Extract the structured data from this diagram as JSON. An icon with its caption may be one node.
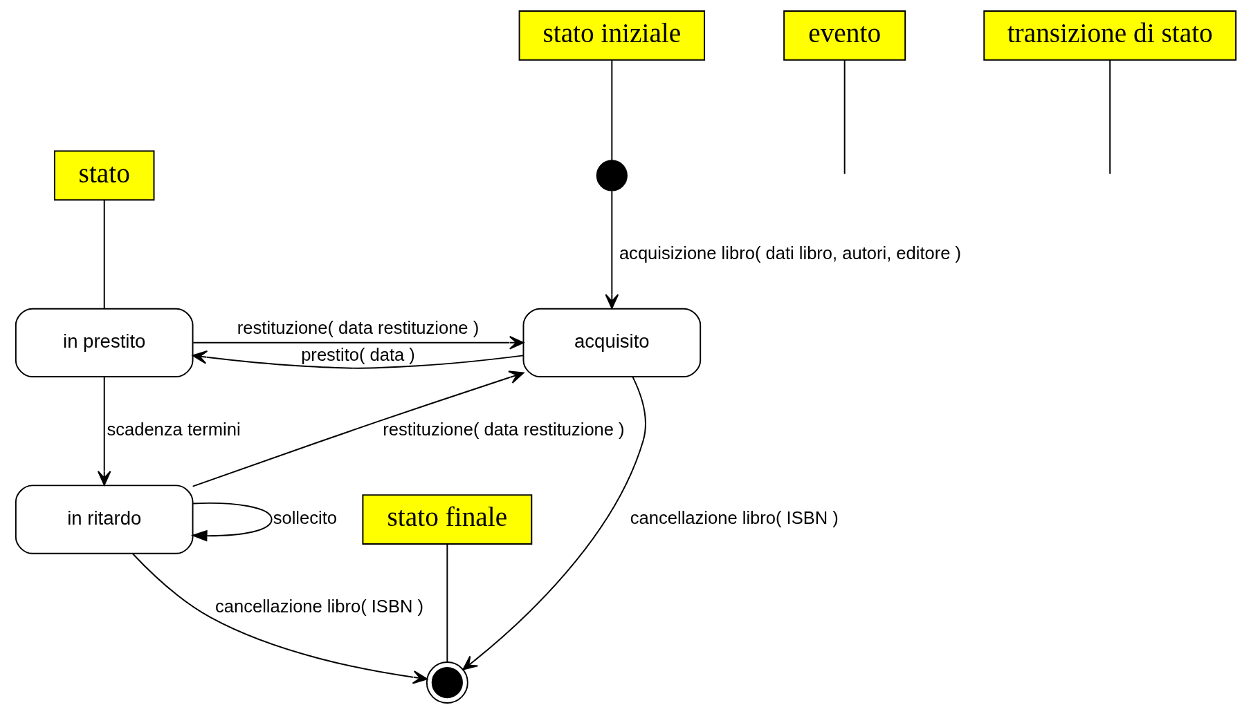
{
  "diagram": {
    "nodes": [
      {
        "text": [],
        "shape": "circle"
      },
      {
        "text": [
          "acquisito"
        ]
      },
      {
        "text": [
          "in prestito"
        ]
      },
      {
        "text": [
          "in ritardo"
        ]
      },
      {
        "text": [],
        "shape": "bullseye"
      },
      {
        "text": [
          "stato iniziale"
        ]
      },
      {
        "text": [
          "evento"
        ]
      },
      {
        "text": [
          "transizione di stato"
        ]
      },
      {
        "text": [
          "stato"
        ]
      },
      {
        "text": [
          "stato finale"
        ]
      }
    ],
    "edges": [
      {
        "from": 0,
        "to": 1,
        "arrow": "to",
        "label": "acquisizione libro( dati libro, autori, editore )"
      },
      {
        "from": 1,
        "to": 2,
        "arrow": "to",
        "label": "prestito( data )"
      },
      {
        "from": 2,
        "to": 1,
        "arrow": "to",
        "label": "restituzione( data restituzione )"
      },
      {
        "from": 2,
        "to": 3,
        "arrow": "to",
        "label": "scadenza termini"
      },
      {
        "from": 3,
        "to": 3,
        "arrow": "to",
        "label": "sollecito"
      },
      {
        "from": 3,
        "to": 1,
        "arrow": "to",
        "label": "restituzione( data restituzione )"
      },
      {
        "from": 1,
        "to": 4,
        "arrow": "to",
        "label": "cancellazione libro( ISBN )"
      },
      {
        "from": 3,
        "to": 4,
        "arrow": "to",
        "label": "cancellazione libro( ISBN )"
      },
      {
        "from": 5,
        "to": 0,
        "arrow": "none"
      },
      {
        "from": 6,
        "to": null,
        "arrow": "none"
      },
      {
        "from": 7,
        "to": null,
        "arrow": "none"
      },
      {
        "from": 8,
        "to": 2,
        "arrow": "none"
      },
      {
        "from": 9,
        "to": 4,
        "arrow": "none"
      }
    ]
  }
}
